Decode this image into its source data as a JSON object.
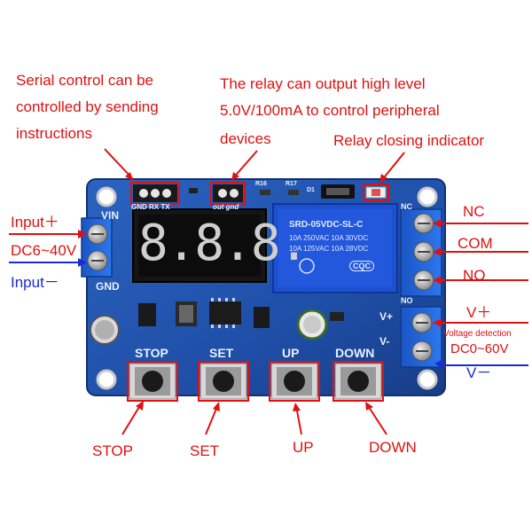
{
  "annotations": {
    "serial_line1": "Serial control can be",
    "serial_line2": "controlled by sending",
    "serial_line3": "instructions",
    "relay_out_line1": "The relay can output high level",
    "relay_out_line2": "5.0V/100mA to control peripheral",
    "relay_out_line3": "devices",
    "relay_indicator": "Relay closing indicator",
    "input_plus": "Input＋",
    "input_voltage": "DC6~40V",
    "input_minus": "Input－",
    "nc": "NC",
    "com": "COM",
    "no": "NO",
    "v_plus": "V＋",
    "voltage_detection": "Voltage detection",
    "detect_range": "DC0~60V",
    "v_minus": "V－",
    "stop": "STOP",
    "set": "SET",
    "up": "UP",
    "down": "DOWN"
  },
  "board": {
    "header_serial": "GND RX TX",
    "header_out": "out gnd",
    "r16": "R16",
    "r17": "R17",
    "d1": "D1",
    "vin": "VIN",
    "gnd": "GND",
    "nc": "NC",
    "no": "NO",
    "v_plus": "V+",
    "v_minus": "V-",
    "btn_stop": "STOP",
    "btn_set": "SET",
    "btn_up": "UP",
    "btn_down": "DOWN",
    "display": "8.8.8.",
    "relay_model": "SRD-05VDC-SL-C",
    "relay_spec1": "10A 250VAC  10A 30VDC",
    "relay_spec2": "10A 125VAC  10A 28VDC",
    "relay_brand": "CQC"
  },
  "colors": {
    "annotation_red": "#e01010",
    "annotation_blue": "#1a2ad8",
    "pcb_blue": "#1f4fa8",
    "terminal_blue": "#1e63d6",
    "relay_blue": "#1d4fd1"
  }
}
